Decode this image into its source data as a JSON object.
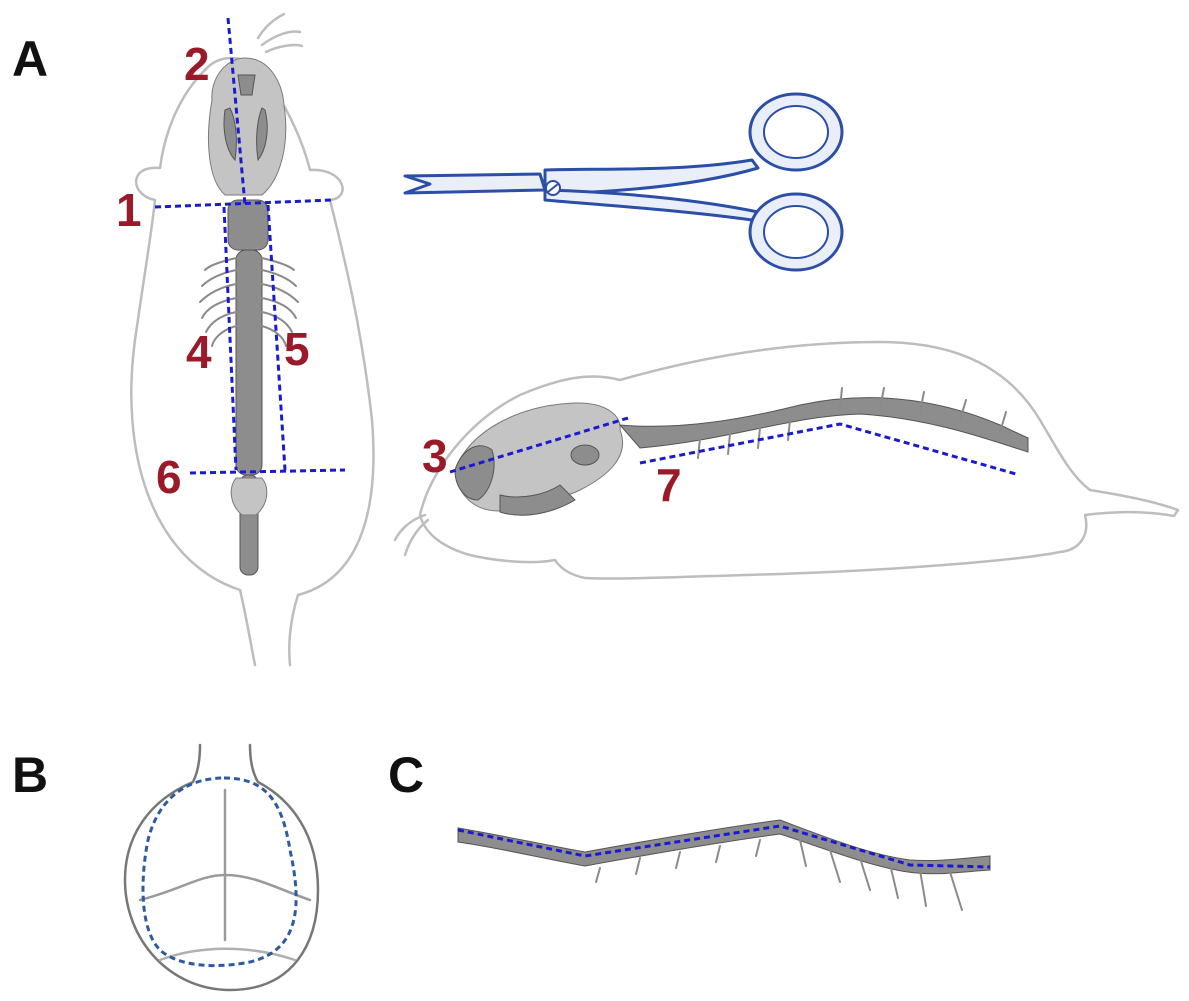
{
  "panels": {
    "a": "A",
    "b": "B",
    "c": "C"
  },
  "cuts": [
    "1",
    "2",
    "3",
    "4",
    "5",
    "6",
    "7"
  ],
  "colors": {
    "cut_line": "#1a1ad0",
    "cut_number": "#9a1a2a",
    "outline": "#bdbdbd",
    "skull_outline": "#2e5aa0",
    "scissors": "#2b4fa6"
  },
  "icons": {
    "scissors": "scissors-icon"
  }
}
